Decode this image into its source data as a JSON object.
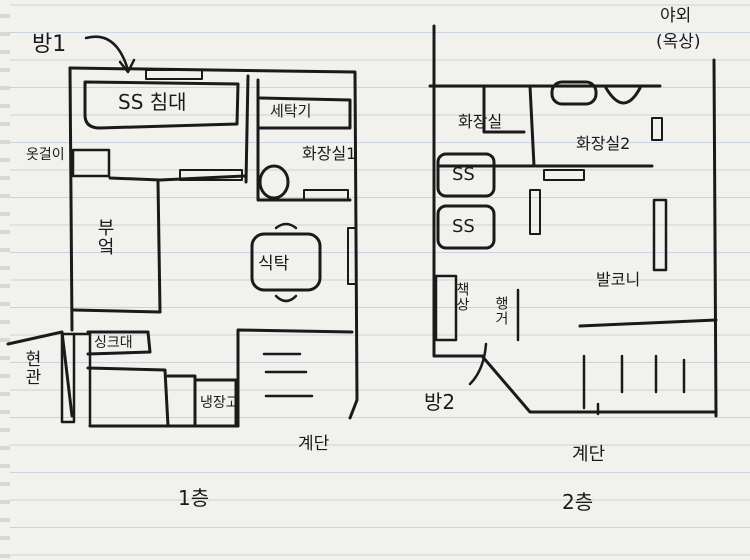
{
  "labels": {
    "room1": "방1",
    "ss_bed": "SS 침대",
    "washer_dryer": "세탁기",
    "bathroom1": "화장실1",
    "shoe_cabinet": "옷걸이",
    "kitchen": "부엌",
    "dining_table": "식탁",
    "sink": "싱크대",
    "entrance": "현관",
    "fridge": "냉장고",
    "stairs_1f": "계단",
    "floor1": "1층",
    "attic": "야외",
    "rooftop": "(옥상)",
    "bathroom_top": "화장실",
    "bed_ss_a": "SS",
    "bed_ss_b": "SS",
    "bathroom2": "화장실2",
    "desk": "책상",
    "closet": "행거",
    "balcony": "발코니",
    "room2": "방2",
    "stairs_2f": "계단",
    "floor2": "2층"
  },
  "colors": {
    "ink": "#1a1a1a",
    "paper": "#f1f2ee",
    "rule": "#c9d4dc"
  }
}
